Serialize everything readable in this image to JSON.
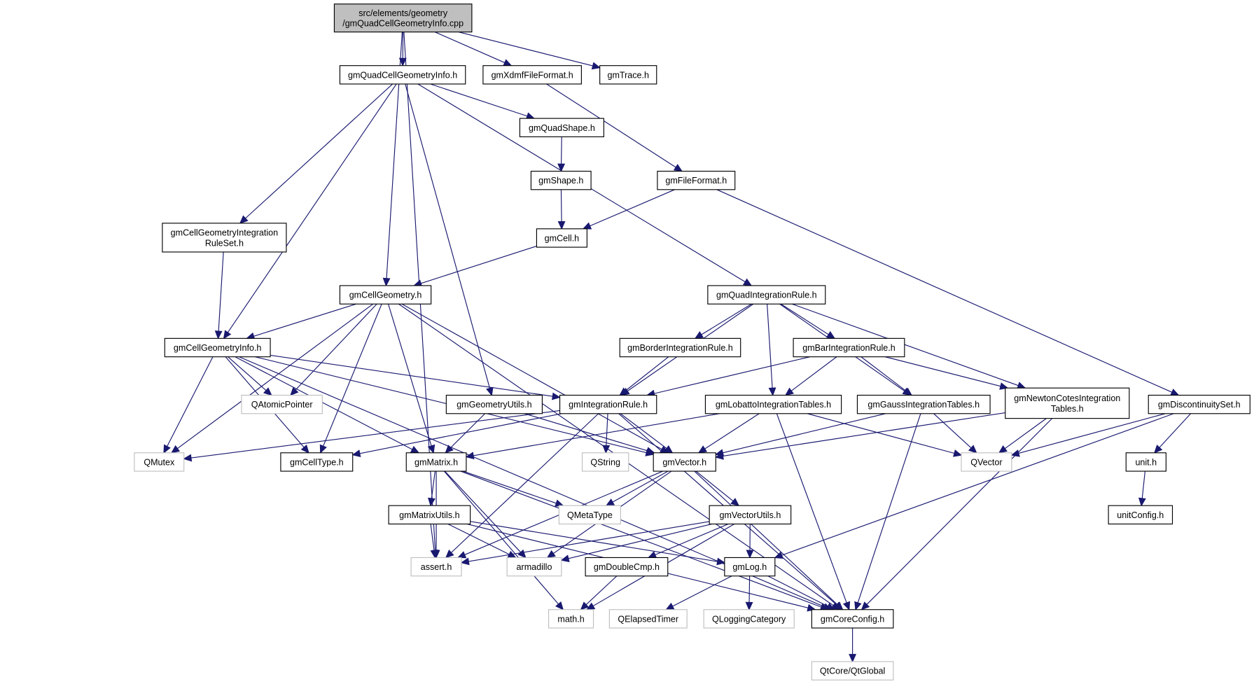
{
  "title": "Include dependency graph for gmQuadCellGeometryInfo.cpp",
  "colors": {
    "edge": "#191970",
    "root_fill": "#bfbfbf",
    "external_border": "#bfbfbf",
    "node_border": "#000000"
  },
  "nodes": [
    {
      "id": "root",
      "lines": [
        "src/elements/geometry",
        "/gmQuadCellGeometryInfo.cpp"
      ],
      "kind": "root"
    },
    {
      "id": "quadcellgeominfo",
      "lines": [
        "gmQuadCellGeometryInfo.h"
      ],
      "kind": "local"
    },
    {
      "id": "xdmf",
      "lines": [
        "gmXdmfFileFormat.h"
      ],
      "kind": "local"
    },
    {
      "id": "trace",
      "lines": [
        "gmTrace.h"
      ],
      "kind": "local"
    },
    {
      "id": "quadshape",
      "lines": [
        "gmQuadShape.h"
      ],
      "kind": "local"
    },
    {
      "id": "shape",
      "lines": [
        "gmShape.h"
      ],
      "kind": "local"
    },
    {
      "id": "fileformat",
      "lines": [
        "gmFileFormat.h"
      ],
      "kind": "local"
    },
    {
      "id": "cgirs",
      "lines": [
        "gmCellGeometryIntegration",
        "RuleSet.h"
      ],
      "kind": "local"
    },
    {
      "id": "cell",
      "lines": [
        "gmCell.h"
      ],
      "kind": "local"
    },
    {
      "id": "cellgeom",
      "lines": [
        "gmCellGeometry.h"
      ],
      "kind": "local"
    },
    {
      "id": "quadir",
      "lines": [
        "gmQuadIntegrationRule.h"
      ],
      "kind": "local"
    },
    {
      "id": "cellgeominfo",
      "lines": [
        "gmCellGeometryInfo.h"
      ],
      "kind": "local"
    },
    {
      "id": "borderir",
      "lines": [
        "gmBorderIntegrationRule.h"
      ],
      "kind": "local"
    },
    {
      "id": "barir",
      "lines": [
        "gmBarIntegrationRule.h"
      ],
      "kind": "local"
    },
    {
      "id": "qatomic",
      "lines": [
        "QAtomicPointer"
      ],
      "kind": "ext"
    },
    {
      "id": "geomutils",
      "lines": [
        "gmGeometryUtils.h"
      ],
      "kind": "local"
    },
    {
      "id": "ir",
      "lines": [
        "gmIntegrationRule.h"
      ],
      "kind": "local"
    },
    {
      "id": "lobatto",
      "lines": [
        "gmLobattoIntegrationTables.h"
      ],
      "kind": "local"
    },
    {
      "id": "gauss",
      "lines": [
        "gmGaussIntegrationTables.h"
      ],
      "kind": "local"
    },
    {
      "id": "newton",
      "lines": [
        "gmNewtonCotesIntegration",
        "Tables.h"
      ],
      "kind": "local"
    },
    {
      "id": "discset",
      "lines": [
        "gmDiscontinuitySet.h"
      ],
      "kind": "local"
    },
    {
      "id": "qmutex",
      "lines": [
        "QMutex"
      ],
      "kind": "ext"
    },
    {
      "id": "celltype",
      "lines": [
        "gmCellType.h"
      ],
      "kind": "local"
    },
    {
      "id": "matrix",
      "lines": [
        "gmMatrix.h"
      ],
      "kind": "local"
    },
    {
      "id": "qstring",
      "lines": [
        "QString"
      ],
      "kind": "ext"
    },
    {
      "id": "vector",
      "lines": [
        "gmVector.h"
      ],
      "kind": "local"
    },
    {
      "id": "qvector",
      "lines": [
        "QVector"
      ],
      "kind": "ext"
    },
    {
      "id": "unit",
      "lines": [
        "unit.h"
      ],
      "kind": "local"
    },
    {
      "id": "matrixutils",
      "lines": [
        "gmMatrixUtils.h"
      ],
      "kind": "local"
    },
    {
      "id": "qmetatype",
      "lines": [
        "QMetaType"
      ],
      "kind": "ext"
    },
    {
      "id": "vectorutils",
      "lines": [
        "gmVectorUtils.h"
      ],
      "kind": "local"
    },
    {
      "id": "unitconfig",
      "lines": [
        "unitConfig.h"
      ],
      "kind": "local"
    },
    {
      "id": "assert",
      "lines": [
        "assert.h"
      ],
      "kind": "ext"
    },
    {
      "id": "armadillo",
      "lines": [
        "armadillo"
      ],
      "kind": "ext"
    },
    {
      "id": "doublecmp",
      "lines": [
        "gmDoubleCmp.h"
      ],
      "kind": "local"
    },
    {
      "id": "log",
      "lines": [
        "gmLog.h"
      ],
      "kind": "local"
    },
    {
      "id": "math",
      "lines": [
        "math.h"
      ],
      "kind": "ext"
    },
    {
      "id": "qelapsed",
      "lines": [
        "QElapsedTimer"
      ],
      "kind": "ext"
    },
    {
      "id": "qlogging",
      "lines": [
        "QLoggingCategory"
      ],
      "kind": "ext"
    },
    {
      "id": "coreconfig",
      "lines": [
        "gmCoreConfig.h"
      ],
      "kind": "local"
    },
    {
      "id": "qtglobal",
      "lines": [
        "QtCore/QtGlobal"
      ],
      "kind": "ext"
    }
  ],
  "edges": [
    [
      "root",
      "quadcellgeominfo"
    ],
    [
      "root",
      "xdmf"
    ],
    [
      "root",
      "trace"
    ],
    [
      "root",
      "cellgeom"
    ],
    [
      "root",
      "assert"
    ],
    [
      "quadcellgeominfo",
      "quadshape"
    ],
    [
      "quadcellgeominfo",
      "cgirs"
    ],
    [
      "quadcellgeominfo",
      "cellgeominfo"
    ],
    [
      "quadcellgeominfo",
      "geomutils"
    ],
    [
      "quadcellgeominfo",
      "quadir"
    ],
    [
      "xdmf",
      "fileformat"
    ],
    [
      "quadshape",
      "shape"
    ],
    [
      "shape",
      "cell"
    ],
    [
      "fileformat",
      "cell"
    ],
    [
      "fileformat",
      "discset"
    ],
    [
      "cgirs",
      "cellgeominfo"
    ],
    [
      "cell",
      "cellgeom"
    ],
    [
      "cellgeom",
      "cellgeominfo"
    ],
    [
      "cellgeom",
      "qatomic"
    ],
    [
      "cellgeom",
      "qmutex"
    ],
    [
      "cellgeom",
      "celltype"
    ],
    [
      "cellgeom",
      "matrix"
    ],
    [
      "cellgeom",
      "vector"
    ],
    [
      "cellgeom",
      "coreconfig"
    ],
    [
      "cellgeominfo",
      "qatomic"
    ],
    [
      "cellgeominfo",
      "qmutex"
    ],
    [
      "cellgeominfo",
      "celltype"
    ],
    [
      "cellgeominfo",
      "matrix"
    ],
    [
      "cellgeominfo",
      "vector"
    ],
    [
      "cellgeominfo",
      "ir"
    ],
    [
      "cellgeominfo",
      "coreconfig"
    ],
    [
      "quadir",
      "borderir"
    ],
    [
      "quadir",
      "barir"
    ],
    [
      "quadir",
      "ir"
    ],
    [
      "quadir",
      "lobatto"
    ],
    [
      "quadir",
      "gauss"
    ],
    [
      "quadir",
      "newton"
    ],
    [
      "borderir",
      "ir"
    ],
    [
      "barir",
      "ir"
    ],
    [
      "barir",
      "lobatto"
    ],
    [
      "barir",
      "gauss"
    ],
    [
      "barir",
      "newton"
    ],
    [
      "geomutils",
      "matrix"
    ],
    [
      "geomutils",
      "vector"
    ],
    [
      "ir",
      "qmutex"
    ],
    [
      "ir",
      "celltype"
    ],
    [
      "ir",
      "qstring"
    ],
    [
      "ir",
      "vector"
    ],
    [
      "ir",
      "assert"
    ],
    [
      "ir",
      "coreconfig"
    ],
    [
      "lobatto",
      "matrix"
    ],
    [
      "lobatto",
      "vector"
    ],
    [
      "lobatto",
      "qvector"
    ],
    [
      "lobatto",
      "coreconfig"
    ],
    [
      "gauss",
      "vector"
    ],
    [
      "gauss",
      "qvector"
    ],
    [
      "gauss",
      "coreconfig"
    ],
    [
      "newton",
      "vector"
    ],
    [
      "newton",
      "qvector"
    ],
    [
      "newton",
      "coreconfig"
    ],
    [
      "discset",
      "qvector"
    ],
    [
      "discset",
      "unit"
    ],
    [
      "discset",
      "log"
    ],
    [
      "unit",
      "unitconfig"
    ],
    [
      "matrix",
      "matrixutils"
    ],
    [
      "matrix",
      "qmetatype"
    ],
    [
      "matrix",
      "assert"
    ],
    [
      "matrix",
      "armadillo"
    ],
    [
      "matrix",
      "math"
    ],
    [
      "matrix",
      "coreconfig"
    ],
    [
      "matrixutils",
      "assert"
    ],
    [
      "matrixutils",
      "armadillo"
    ],
    [
      "matrixutils",
      "log"
    ],
    [
      "matrixutils",
      "coreconfig"
    ],
    [
      "vector",
      "qmetatype"
    ],
    [
      "vector",
      "vectorutils"
    ],
    [
      "vector",
      "assert"
    ],
    [
      "vector",
      "armadillo"
    ],
    [
      "vector",
      "coreconfig"
    ],
    [
      "vectorutils",
      "assert"
    ],
    [
      "vectorutils",
      "armadillo"
    ],
    [
      "vectorutils",
      "doublecmp"
    ],
    [
      "vectorutils",
      "log"
    ],
    [
      "vectorutils",
      "math"
    ],
    [
      "doublecmp",
      "math"
    ],
    [
      "log",
      "qelapsed"
    ],
    [
      "log",
      "qlogging"
    ],
    [
      "log",
      "coreconfig"
    ],
    [
      "coreconfig",
      "qtglobal"
    ]
  ]
}
